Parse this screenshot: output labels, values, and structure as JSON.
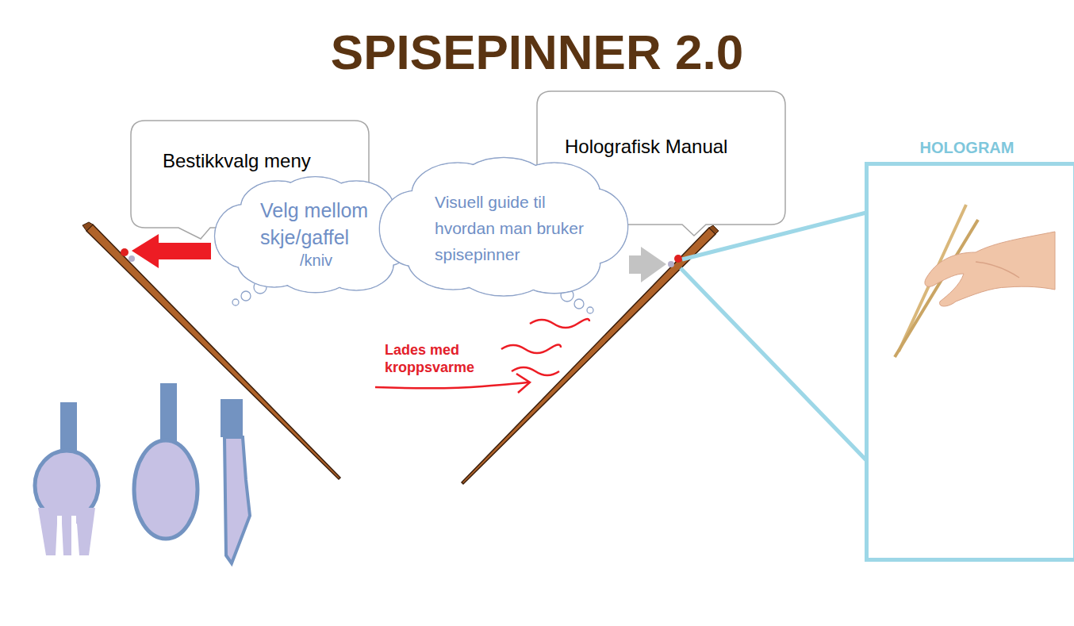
{
  "diagram": {
    "title": "SPISEPINNER 2.0",
    "nodes": [
      {
        "text": [
          "Bestikkvalg meny"
        ]
      },
      {
        "text": [
          "Velg mellom skje/gaffel",
          "/kniv"
        ]
      },
      {
        "text": [
          "Visuell guide til hvordan man bruker spisepinner"
        ]
      },
      {
        "text": [
          "Holografisk Manual"
        ]
      },
      {
        "text": [
          "HOLOGRAM"
        ]
      }
    ],
    "labels": [
      "Lades med kroppsvarme"
    ]
  }
}
